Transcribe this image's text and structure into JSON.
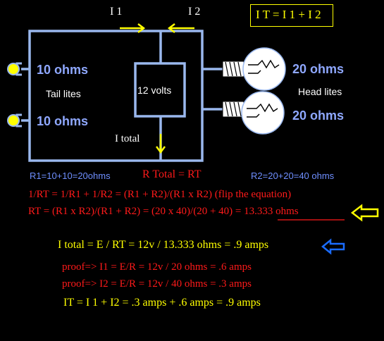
{
  "header": {
    "i1_label": "I 1",
    "i2_label": "I 2",
    "formula_box": "I T = I 1 + I 2"
  },
  "circuit": {
    "tail_r1_label": "10 ohms",
    "tail_r2_label": "10 ohms",
    "tail_lites_label": "Tail lites",
    "source_label": "12 volts",
    "i_total_label": "I total",
    "head_r1_label": "20 ohms",
    "head_r2_label": "20 ohms",
    "head_lites_label": "Head lites"
  },
  "summary": {
    "r1_text": "R1=10+10=20ohms",
    "rtotal_text": "R Total = RT",
    "r2_text": "R2=20+20=40 ohms"
  },
  "equations": {
    "line1": "1/RT = 1/R1 + 1/R2  = (R1 + R2)/(R1 x R2)  (flip the equation)",
    "line2_prefix": "RT = (R1 x R2)/(R1 + R2) = (20 x 40)/(20 + 40) = ",
    "line2_result": "13.333 ohms",
    "itotal": "I total = E / RT = 12v / 13.333 ohms = .9  amps",
    "proof1": "proof=>  I1 = E/R = 12v / 20 ohms = .6 amps",
    "proof2": "proof=>  I2 = E/R = 12v / 40 ohms = .3 amps",
    "it_sum": "IT = I 1 + I2 = .3 amps + .6 amps = .9 amps"
  },
  "colors": {
    "wire": "#9ab8ee",
    "yellow": "#ffff00",
    "red": "#ff1a1a",
    "blue_arrow": "#1a6cff",
    "ohm_text": "#8fa8ff"
  }
}
